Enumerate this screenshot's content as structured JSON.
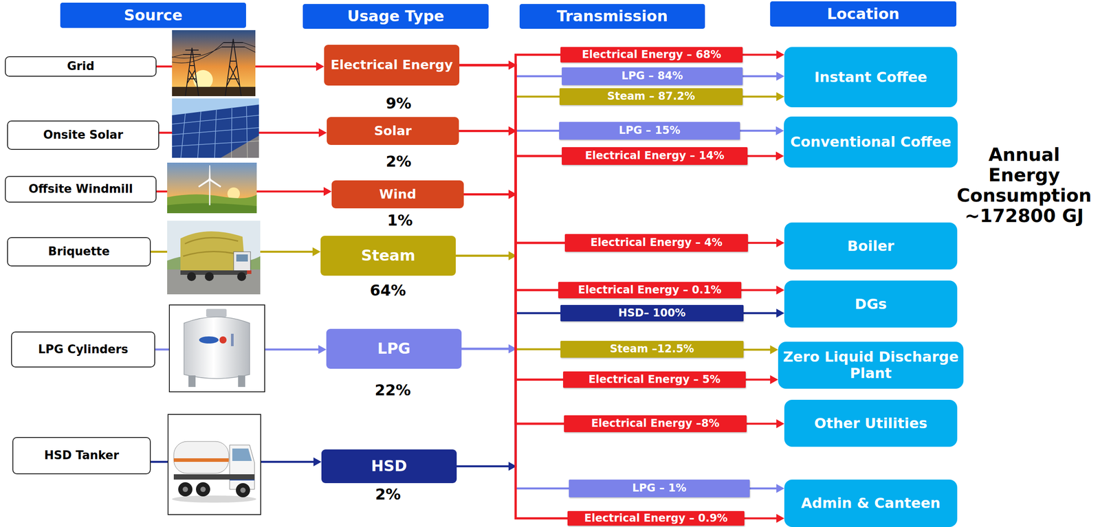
{
  "diagram": {
    "nodes": [
      {
        "text": [
          "Source"
        ]
      },
      {
        "text": [
          "Usage Type"
        ]
      },
      {
        "text": [
          "Transmission"
        ]
      },
      {
        "text": [
          "Location"
        ]
      },
      {
        "text": [
          "Grid"
        ]
      },
      {
        "text": [
          "Onsite Solar"
        ]
      },
      {
        "text": [
          "Offsite Windmill"
        ]
      },
      {
        "text": [
          "Briquette"
        ]
      },
      {
        "text": [
          "LPG Cylinders"
        ]
      },
      {
        "text": [
          "HSD Tanker"
        ]
      },
      {
        "text": [
          "Electrical Energy"
        ]
      },
      {
        "text": [
          "Solar"
        ]
      },
      {
        "text": [
          "Wind"
        ]
      },
      {
        "text": [
          "Steam"
        ]
      },
      {
        "text": [
          "LPG"
        ]
      },
      {
        "text": [
          "HSD"
        ]
      },
      {
        "text": [
          "Electrical Energy – 68%"
        ]
      },
      {
        "text": [
          "LPG – 84%"
        ]
      },
      {
        "text": [
          "Steam – 87.2%"
        ]
      },
      {
        "text": [
          "LPG – 15%"
        ]
      },
      {
        "text": [
          "Electrical Energy – 14%"
        ]
      },
      {
        "text": [
          "Electrical Energy – 4%"
        ]
      },
      {
        "text": [
          "Electrical Energy – 0.1%"
        ]
      },
      {
        "text": [
          "HSD– 100%"
        ]
      },
      {
        "text": [
          "Steam –12.5%"
        ]
      },
      {
        "text": [
          "Electrical Energy – 5%"
        ]
      },
      {
        "text": [
          "Electrical Energy –8%"
        ]
      },
      {
        "text": [
          "LPG – 1%"
        ]
      },
      {
        "text": [
          "Electrical Energy – 0.9%"
        ]
      },
      {
        "text": [
          "Instant Coffee"
        ]
      },
      {
        "text": [
          "Conventional Coffee"
        ]
      },
      {
        "text": [
          "Boiler"
        ]
      },
      {
        "text": [
          "DGs"
        ]
      },
      {
        "text": [
          "Zero Liquid Discharge Plant"
        ]
      },
      {
        "text": [
          "Other Utilities"
        ]
      },
      {
        "text": [
          "Admin & Canteen"
        ]
      }
    ],
    "edges": [
      {
        "from": 4,
        "to": 10,
        "arrow": "to"
      },
      {
        "from": 5,
        "to": 11,
        "arrow": "to"
      },
      {
        "from": 6,
        "to": 12,
        "arrow": "to"
      },
      {
        "from": 7,
        "to": 13,
        "arrow": "to"
      },
      {
        "from": 8,
        "to": 14,
        "arrow": "to"
      },
      {
        "from": 9,
        "to": 15,
        "arrow": "to"
      },
      {
        "from": 10,
        "to": 16,
        "arrow": "to"
      },
      {
        "from": 10,
        "to": 20,
        "arrow": "to"
      },
      {
        "from": 10,
        "to": 21,
        "arrow": "to"
      },
      {
        "from": 10,
        "to": 22,
        "arrow": "to"
      },
      {
        "from": 10,
        "to": 25,
        "arrow": "to"
      },
      {
        "from": 10,
        "to": 26,
        "arrow": "to"
      },
      {
        "from": 10,
        "to": 28,
        "arrow": "to"
      },
      {
        "from": 11,
        "to": 16,
        "arrow": "to"
      },
      {
        "from": 11,
        "to": 20,
        "arrow": "to"
      },
      {
        "from": 11,
        "to": 21,
        "arrow": "to"
      },
      {
        "from": 11,
        "to": 22,
        "arrow": "to"
      },
      {
        "from": 11,
        "to": 25,
        "arrow": "to"
      },
      {
        "from": 11,
        "to": 26,
        "arrow": "to"
      },
      {
        "from": 11,
        "to": 28,
        "arrow": "to"
      },
      {
        "from": 12,
        "to": 16,
        "arrow": "to"
      },
      {
        "from": 12,
        "to": 20,
        "arrow": "to"
      },
      {
        "from": 12,
        "to": 21,
        "arrow": "to"
      },
      {
        "from": 12,
        "to": 22,
        "arrow": "to"
      },
      {
        "from": 12,
        "to": 25,
        "arrow": "to"
      },
      {
        "from": 12,
        "to": 26,
        "arrow": "to"
      },
      {
        "from": 12,
        "to": 28,
        "arrow": "to"
      },
      {
        "from": 13,
        "to": 18,
        "arrow": "to"
      },
      {
        "from": 13,
        "to": 24,
        "arrow": "to"
      },
      {
        "from": 14,
        "to": 17,
        "arrow": "to"
      },
      {
        "from": 14,
        "to": 19,
        "arrow": "to"
      },
      {
        "from": 14,
        "to": 27,
        "arrow": "to"
      },
      {
        "from": 15,
        "to": 23,
        "arrow": "to"
      },
      {
        "from": 16,
        "to": 29,
        "arrow": "to"
      },
      {
        "from": 17,
        "to": 29,
        "arrow": "to"
      },
      {
        "from": 18,
        "to": 29,
        "arrow": "to"
      },
      {
        "from": 19,
        "to": 30,
        "arrow": "to"
      },
      {
        "from": 20,
        "to": 30,
        "arrow": "to"
      },
      {
        "from": 21,
        "to": 31,
        "arrow": "to"
      },
      {
        "from": 22,
        "to": 32,
        "arrow": "to"
      },
      {
        "from": 23,
        "to": 32,
        "arrow": "to"
      },
      {
        "from": 24,
        "to": 33,
        "arrow": "to"
      },
      {
        "from": 25,
        "to": 33,
        "arrow": "to"
      },
      {
        "from": 26,
        "to": 34,
        "arrow": "to"
      },
      {
        "from": 27,
        "to": 35,
        "arrow": "to"
      },
      {
        "from": 28,
        "to": 35,
        "arrow": "to"
      }
    ],
    "labels": [
      "9%",
      "2%",
      "1%",
      "64%",
      "22%",
      "2%",
      "Annual Energy Consumption ~172800 GJ"
    ]
  }
}
